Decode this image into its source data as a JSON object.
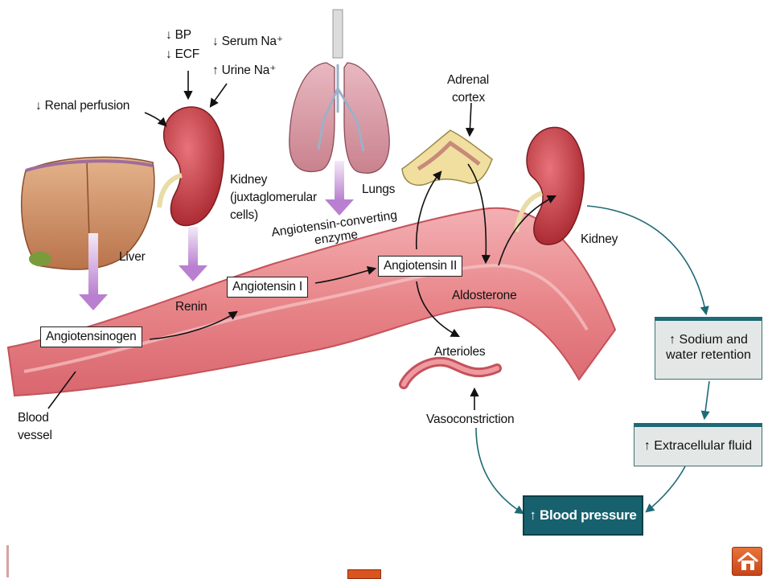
{
  "inputs": {
    "renal_perfusion": "↓ Renal perfusion",
    "bp": "↓ BP",
    "ecf": "↓ ECF",
    "serum_na": "↓ Serum Na⁺",
    "urine_na": "↑ Urine Na⁺"
  },
  "organs": {
    "liver": "Liver",
    "kidney_jg_line1": "Kidney",
    "kidney_jg_line2": "(juxtaglomerular",
    "kidney_jg_line3": "cells)",
    "lungs": "Lungs",
    "adrenal_line1": "Adrenal",
    "adrenal_line2": "cortex",
    "kidney": "Kidney",
    "blood_vessel_line1": "Blood",
    "blood_vessel_line2": "vessel",
    "arterioles": "Arterioles"
  },
  "substances": {
    "angiotensinogen": "Angiotensinogen",
    "renin": "Renin",
    "angiotensin_1": "Angiotensin I",
    "ace_line1": "Angiotensin-converting",
    "ace_line2": "enzyme",
    "angiotensin_2": "Angiotensin II",
    "aldosterone": "Aldosterone",
    "vasoconstriction": "Vasoconstriction"
  },
  "outcomes": {
    "sodium_line1": "↑ Sodium and",
    "sodium_line2": "water retention",
    "ecf": "↑ Extracellular fluid",
    "blood_pressure": "↑ Blood pressure"
  },
  "colors": {
    "vessel": "#e8868a",
    "vessel_dark": "#c5525a",
    "kidney": "#c9383e",
    "liver": "#c98a5e",
    "lungs": "#d79aa4",
    "accent_teal": "#17616e",
    "purple_arrow": "#b97fd0"
  },
  "icons": {
    "home": "home-icon"
  }
}
